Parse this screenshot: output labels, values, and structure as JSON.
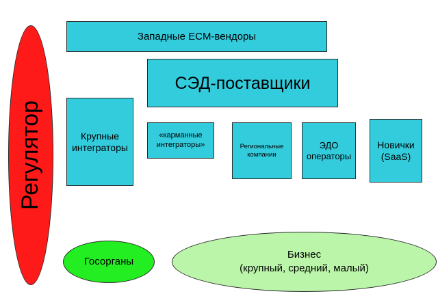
{
  "regulator": {
    "label": "Регулятор",
    "color": "#ff1a1a"
  },
  "boxes": {
    "western_ecm": "Западные ECM-вендоры",
    "sed_vendors": "СЭД-поставщики",
    "large_integrators": [
      "Крупные",
      "интеграторы"
    ],
    "pocket_integrators": [
      "«карманные",
      "интеграторы»"
    ],
    "regional": [
      "Региональные",
      "компании"
    ],
    "edo": [
      "ЭДО",
      "операторы"
    ],
    "newcomers": [
      "Новички",
      "(SaaS)"
    ],
    "color": "#33ccdd"
  },
  "customers": {
    "government": {
      "label": "Госорганы",
      "color": "#22ee22"
    },
    "business": {
      "lines": [
        "Бизнес",
        "(крупный, средний, малый)"
      ],
      "color": "#bbf5aa"
    }
  }
}
